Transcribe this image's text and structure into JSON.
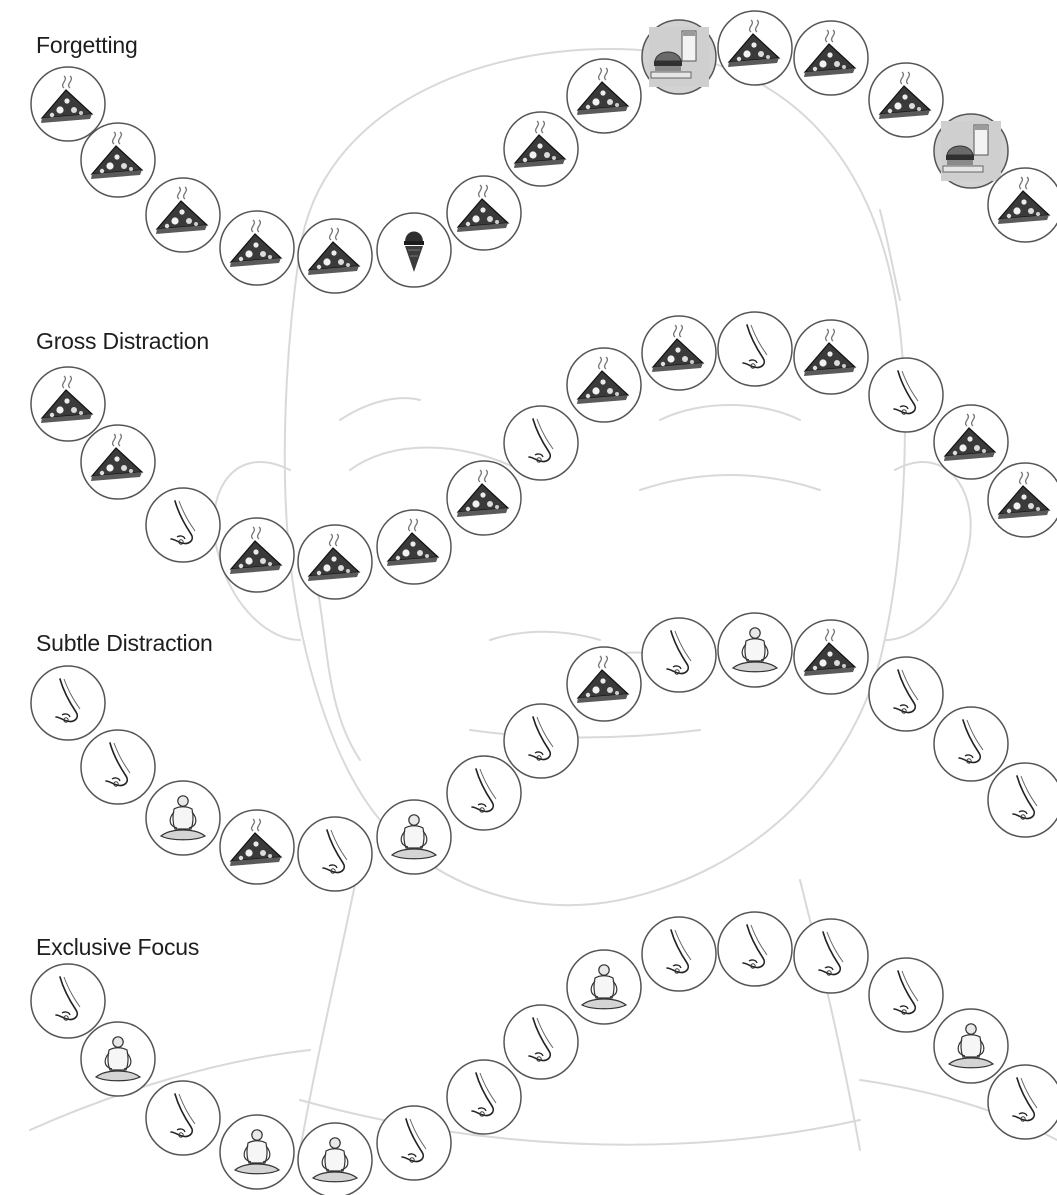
{
  "rows": [
    {
      "title": "Forgetting",
      "beads": [
        "pizza-icon",
        "pizza-icon",
        "pizza-icon",
        "pizza-icon",
        "pizza-icon",
        "ice-cream-icon",
        "pizza-icon",
        "pizza-icon",
        "pizza-icon",
        "burger-soda-icon",
        "pizza-icon",
        "pizza-icon",
        "pizza-icon",
        "burger-soda-icon",
        "pizza-icon"
      ]
    },
    {
      "title": "Gross Distraction",
      "beads": [
        "pizza-icon",
        "pizza-icon",
        "nose-icon",
        "pizza-icon",
        "pizza-icon",
        "pizza-icon",
        "pizza-icon",
        "nose-icon",
        "pizza-icon",
        "pizza-icon",
        "nose-icon",
        "pizza-icon",
        "nose-icon",
        "pizza-icon",
        "pizza-icon"
      ]
    },
    {
      "title": "Subtle Distraction",
      "beads": [
        "nose-icon",
        "nose-icon",
        "meditator-icon",
        "pizza-icon",
        "nose-icon",
        "meditator-icon",
        "nose-icon",
        "nose-icon",
        "pizza-icon",
        "nose-icon",
        "meditator-icon",
        "pizza-icon",
        "nose-icon",
        "nose-icon",
        "nose-icon"
      ]
    },
    {
      "title": "Exclusive Focus",
      "beads": [
        "nose-icon",
        "meditator-icon",
        "nose-icon",
        "meditator-icon",
        "meditator-icon",
        "nose-icon",
        "nose-icon",
        "nose-icon",
        "meditator-icon",
        "nose-icon",
        "nose-icon",
        "nose-icon",
        "nose-icon",
        "meditator-icon",
        "nose-icon"
      ]
    }
  ]
}
